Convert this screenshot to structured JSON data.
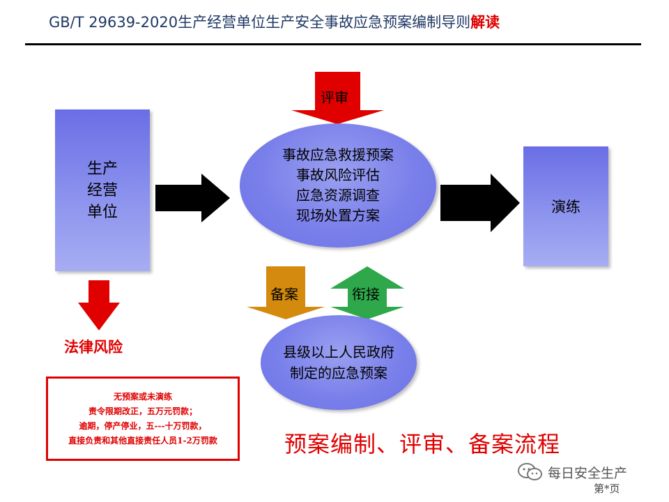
{
  "header": {
    "title": "GB/T 29639-2020生产经营单位生产安全事故应急预案编制导则",
    "title_accent": "解读"
  },
  "nodes": {
    "unit": {
      "lines": [
        "生产",
        "经营",
        "单位"
      ]
    },
    "plans": {
      "lines": [
        "事故应急救援预案",
        "事故风险评估",
        "应急资源调查",
        "现场处置方案"
      ]
    },
    "drill": {
      "label": "演练"
    },
    "government": {
      "lines": [
        "县级以上人民政府",
        "制定的应急预案"
      ]
    }
  },
  "arrows": {
    "review": "评审",
    "filing": "备案",
    "linking": "衔接"
  },
  "legal_risk": "法律风险",
  "penalty": {
    "lines": [
      "无预案或未演练",
      "责令限期改正，五万元罚款；",
      "逾期，停产停业，五---十万罚款，",
      "直接负责和其他直接责任人员1-2万罚款"
    ]
  },
  "process_title": "预案编制、评审、备案流程",
  "watermark": "每日安全生产",
  "page_number": "第*页",
  "colors": {
    "accent_red": "#e00000",
    "box_blue": "#7b80ea",
    "filing_orange": "#d48a0c",
    "linking_green": "#2fa84b",
    "arrow_black": "#000000"
  }
}
